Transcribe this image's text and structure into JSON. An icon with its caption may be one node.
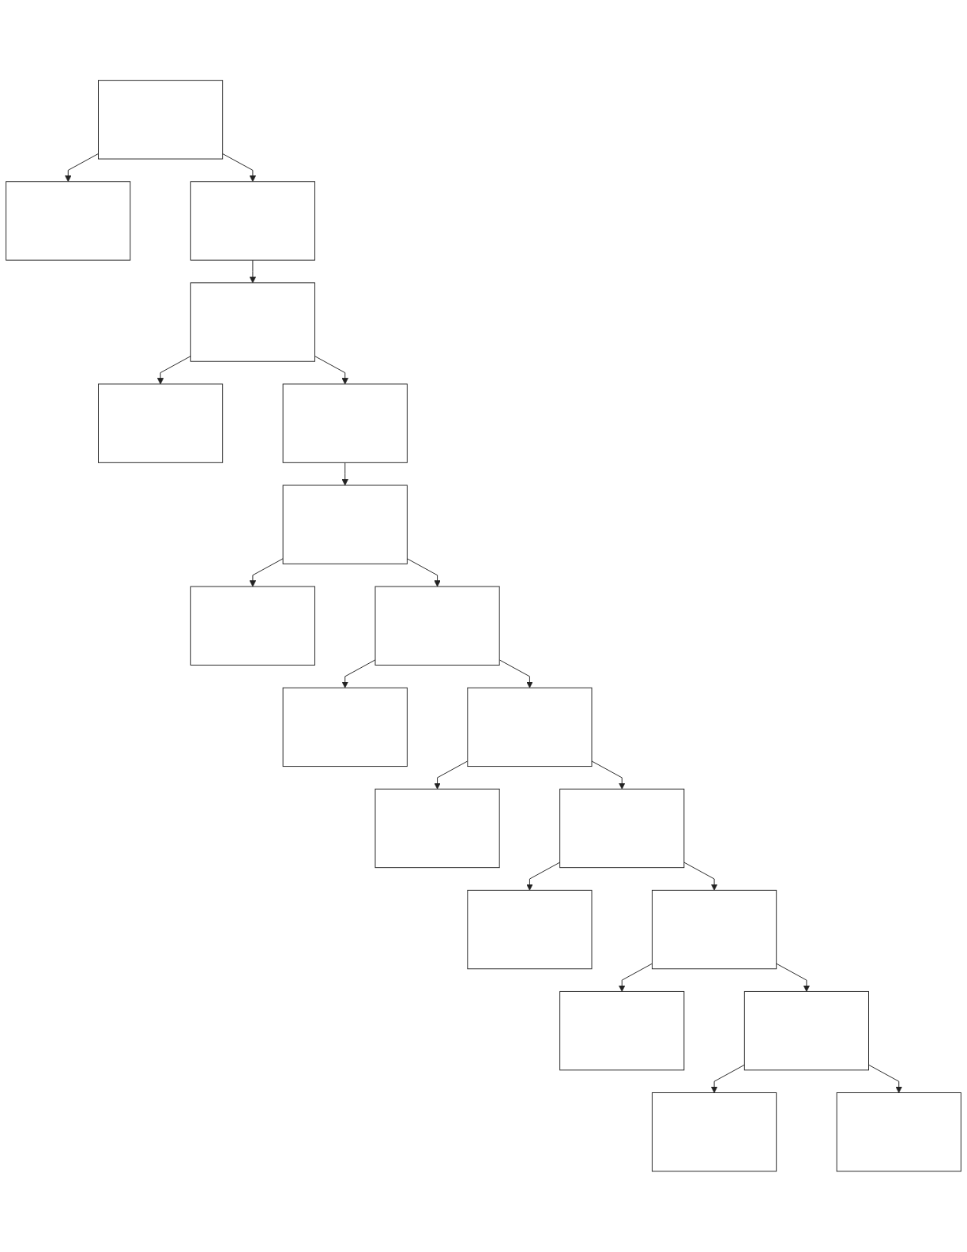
{
  "diagram": {
    "nodes": [
      {
        "text": [],
        "shape": "box"
      },
      {
        "text": [],
        "shape": "box"
      },
      {
        "text": [],
        "shape": "box"
      },
      {
        "text": [],
        "shape": "box"
      },
      {
        "text": [],
        "shape": "box"
      },
      {
        "text": [],
        "shape": "box"
      },
      {
        "text": [],
        "shape": "box"
      },
      {
        "text": [],
        "shape": "box"
      },
      {
        "text": [],
        "shape": "box"
      },
      {
        "text": [],
        "shape": "box"
      },
      {
        "text": [],
        "shape": "box"
      },
      {
        "text": [],
        "shape": "box"
      },
      {
        "text": [],
        "shape": "box"
      },
      {
        "text": [],
        "shape": "box"
      },
      {
        "text": [],
        "shape": "box"
      },
      {
        "text": [],
        "shape": "box"
      },
      {
        "text": [],
        "shape": "box"
      },
      {
        "text": [],
        "shape": "box"
      },
      {
        "text": [],
        "shape": "box"
      }
    ],
    "edges": [
      {
        "from": 0,
        "to": 2,
        "arrow": "to"
      },
      {
        "from": 0,
        "to": 1,
        "arrow": "to"
      },
      {
        "from": 2,
        "to": 3,
        "arrow": "to"
      },
      {
        "from": 3,
        "to": 5,
        "arrow": "to"
      },
      {
        "from": 3,
        "to": 4,
        "arrow": "to"
      },
      {
        "from": 5,
        "to": 6,
        "arrow": "to"
      },
      {
        "from": 6,
        "to": 8,
        "arrow": "to"
      },
      {
        "from": 6,
        "to": 7,
        "arrow": "to"
      },
      {
        "from": 8,
        "to": 10,
        "arrow": "to"
      },
      {
        "from": 8,
        "to": 9,
        "arrow": "to"
      },
      {
        "from": 10,
        "to": 12,
        "arrow": "to"
      },
      {
        "from": 10,
        "to": 11,
        "arrow": "to"
      },
      {
        "from": 12,
        "to": 14,
        "arrow": "to"
      },
      {
        "from": 12,
        "to": 13,
        "arrow": "to"
      },
      {
        "from": 14,
        "to": 16,
        "arrow": "to"
      },
      {
        "from": 14,
        "to": 15,
        "arrow": "to"
      },
      {
        "from": 16,
        "to": 17,
        "arrow": "to"
      },
      {
        "from": 16,
        "to": 18,
        "arrow": "to"
      }
    ]
  }
}
